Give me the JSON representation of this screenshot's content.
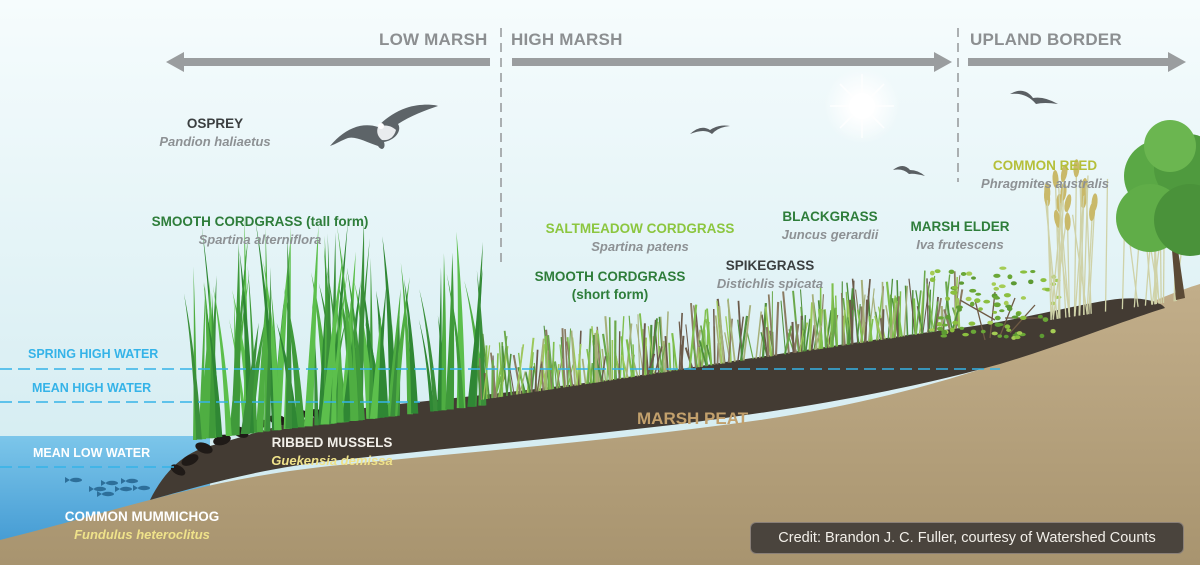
{
  "zones": {
    "low_marsh": "LOW MARSH",
    "high_marsh": "HIGH MARSH",
    "upland_border": "UPLAND BORDER"
  },
  "species": {
    "osprey": {
      "name": "OSPREY",
      "scientific": "Pandion haliaetus"
    },
    "smooth_cordgrass_tall": {
      "name": "SMOOTH CORDGRASS (tall form)",
      "scientific": "Spartina alterniflora"
    },
    "saltmeadow_cordgrass": {
      "name": "SALTMEADOW CORDGRASS",
      "scientific": "Spartina patens"
    },
    "smooth_cordgrass_short": {
      "name": "SMOOTH CORDGRASS",
      "name_line2": "(short form)"
    },
    "blackgrass": {
      "name": "BLACKGRASS",
      "scientific": "Juncus gerardii"
    },
    "spikegrass": {
      "name": "SPIKEGRASS",
      "scientific": "Distichlis spicata"
    },
    "marsh_elder": {
      "name": "MARSH ELDER",
      "scientific": "Iva frutescens"
    },
    "common_reed": {
      "name": "COMMON REED",
      "scientific": "Phragmites australis"
    },
    "ribbed_mussels": {
      "name": "RIBBED MUSSELS",
      "scientific": "Guekensia demissa"
    },
    "common_mummichog": {
      "name": "COMMON MUMMICHOG",
      "scientific": "Fundulus heteroclitus"
    }
  },
  "water_levels": {
    "spring_high": "SPRING HIGH WATER",
    "mean_high": "MEAN HIGH WATER",
    "mean_low": "MEAN LOW WATER"
  },
  "marsh_peat": "MARSH PEAT",
  "credit": "Credit: Brandon J. C. Fuller, courtesy of Watershed Counts",
  "colors": {
    "sky_top": "#f4fbfc",
    "sky_bottom": "#cfeaf0",
    "water": "#4aa6d8",
    "water_line": "#35b3e8",
    "peat": "#433b33",
    "upland_soil": "#b9a582",
    "zone_text": "#8c8f91",
    "label_dark_green": "#2e7d3a",
    "label_light_green": "#8cc63f",
    "label_olive": "#b5bf3a",
    "label_dark": "#3b3f40",
    "mussel_yellow": "#efe28a",
    "peat_text": "#c2a06c"
  }
}
